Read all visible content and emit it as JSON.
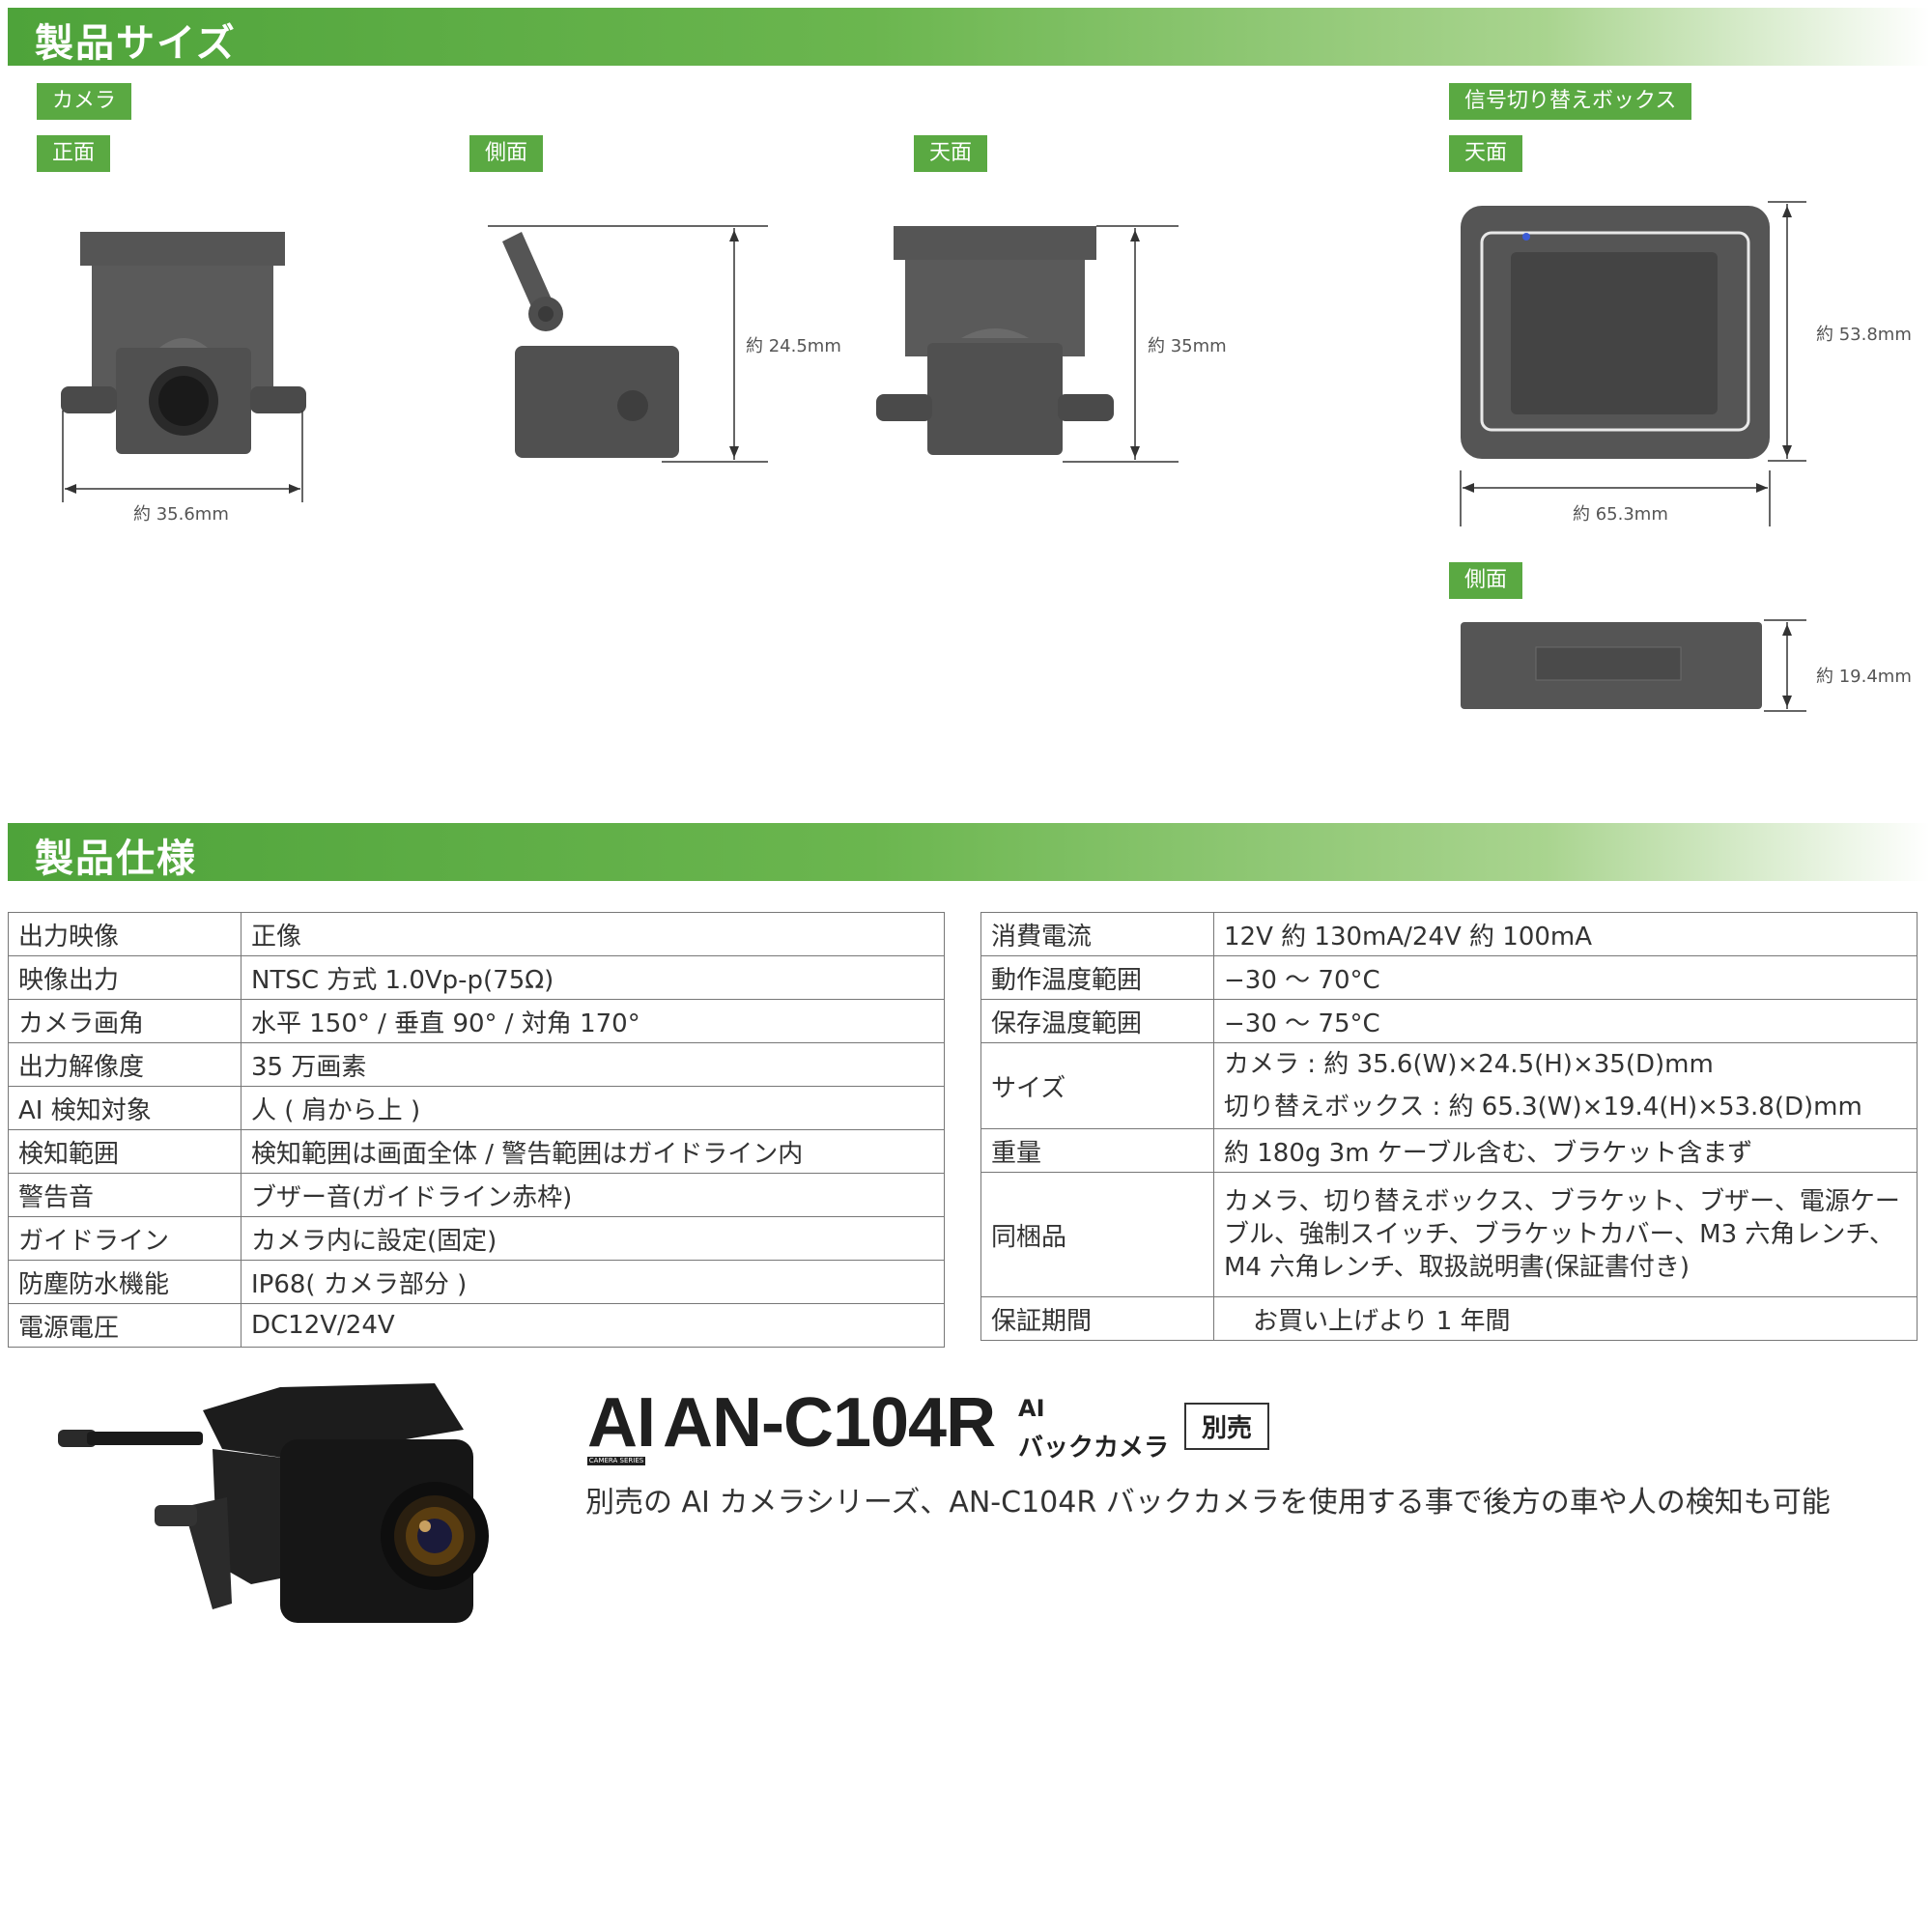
{
  "size_section": {
    "title": "製品サイズ",
    "camera_label": "カメラ",
    "switch_box_label": "信号切り替えボックス",
    "views": {
      "front": "正面",
      "side": "側面",
      "top": "天面",
      "box_top": "天面",
      "box_side": "側面"
    },
    "dimensions": {
      "camera_width": "約 35.6mm",
      "camera_side_height": "約 24.5mm",
      "camera_top_height": "約 35mm",
      "box_height": "約 53.8mm",
      "box_width": "約 65.3mm",
      "box_depth": "約 19.4mm"
    }
  },
  "spec_section": {
    "title": "製品仕様",
    "left_rows": [
      {
        "k": "出力映像",
        "v": "正像"
      },
      {
        "k": "映像出力",
        "v": "NTSC 方式 1.0Vp-p(75Ω)"
      },
      {
        "k": "カメラ画角",
        "v": "水平 150° / 垂直 90° / 対角 170°"
      },
      {
        "k": "出力解像度",
        "v": "35 万画素"
      },
      {
        "k": "AI 検知対象",
        "v": "人 ( 肩から上 )"
      },
      {
        "k": "検知範囲",
        "v": "検知範囲は画面全体 / 警告範囲はガイドライン内"
      },
      {
        "k": "警告音",
        "v": "ブザー音(ガイドライン赤枠)"
      },
      {
        "k": "ガイドライン",
        "v": "カメラ内に設定(固定)"
      },
      {
        "k": "防塵防水機能",
        "v": "IP68( カメラ部分 )"
      },
      {
        "k": "電源電圧",
        "v": "DC12V/24V"
      }
    ],
    "right_rows": {
      "current": {
        "k": "消費電流",
        "v": "12V 約 130mA/24V 約 100mA"
      },
      "op_temp": {
        "k": "動作温度範囲",
        "v": "−30 ～ 70°C"
      },
      "storage_temp": {
        "k": "保存温度範囲",
        "v": "−30 ～ 75°C"
      },
      "size": {
        "k": "サイズ",
        "v1": "カメラ : 約 35.6(W)×24.5(H)×35(D)mm",
        "v2": "切り替えボックス : 約 65.3(W)×19.4(H)×53.8(D)mm"
      },
      "weight": {
        "k": "重量",
        "v": "約 180g 3m ケーブル含む、ブラケット含まず"
      },
      "contents": {
        "k": "同梱品",
        "v": "カメラ、切り替えボックス、ブラケット、ブザー、電源ケーブル、強制スイッチ、ブラケットカバー、M3 六角レンチ、M4 六角レンチ、取扱説明書(保証書付き)"
      },
      "warranty": {
        "k": "保証期間",
        "v": "お買い上げより 1 年間"
      }
    }
  },
  "product": {
    "brand": "AI",
    "brand_strip": "CAMERA SERIES",
    "model": "AN-C104R",
    "ai_small": "AI",
    "type_label": "バックカメラ",
    "sold_separately": "別売",
    "description": "別売の AI カメラシリーズ、AN-C104R バックカメラを使用する事で後方の車や人の検知も可能"
  },
  "colors": {
    "band_green": "#4ea33a",
    "tag_green": "#5aa942",
    "device_gray": "#555555"
  }
}
